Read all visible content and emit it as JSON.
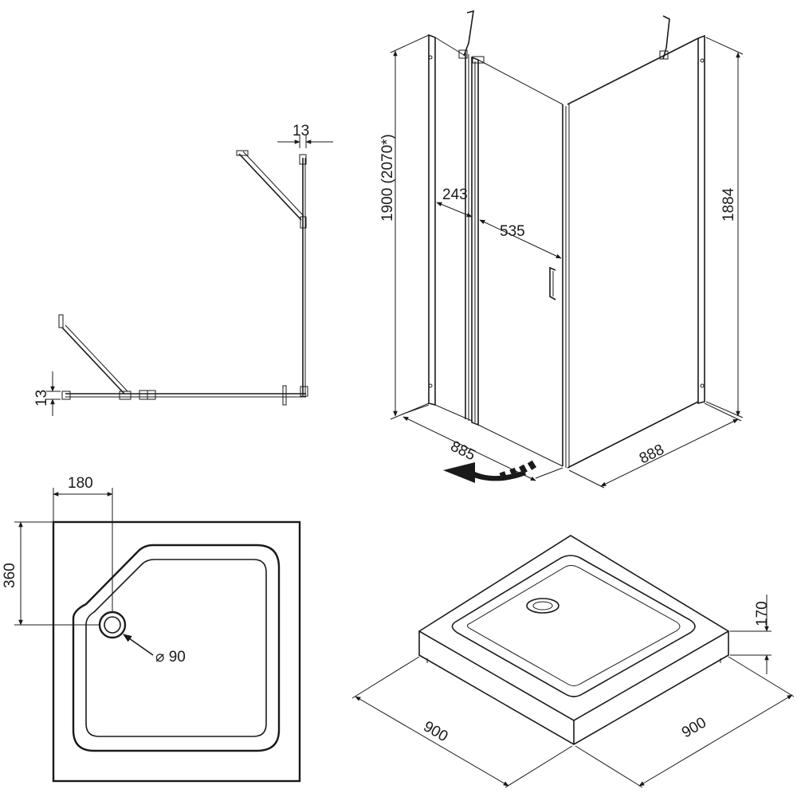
{
  "plan_view": {
    "top_gap_label": "13",
    "side_gap_label": "13"
  },
  "enclosure_view": {
    "height_label": "1900 (2070*)",
    "height_right_label": "1884",
    "fixed_panel_width_label": "243",
    "door_width_label": "535",
    "front_width_label": "885",
    "side_width_label": "888"
  },
  "tray_top_view": {
    "drain_offset_x_label": "180",
    "drain_offset_y_label": "360",
    "drain_diameter_label": "⌀ 90"
  },
  "tray_iso_view": {
    "height_label": "170",
    "left_width_label": "900",
    "right_width_label": "900"
  }
}
